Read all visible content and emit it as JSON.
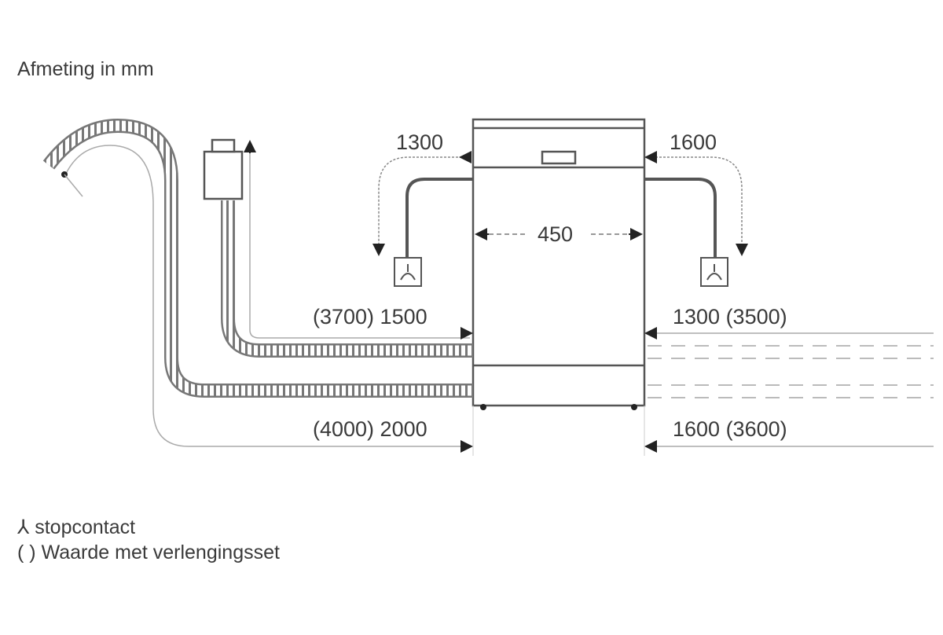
{
  "title": "Afmeting in mm",
  "dimensions": {
    "inlet_top_left": "1300",
    "inlet_top_right": "1600",
    "width": "450",
    "drain_left": "(3700) 1500",
    "drain_right": "1300 (3500)",
    "power_left": "(4000) 2000",
    "power_right": "1600 (3600)"
  },
  "legend": {
    "socket_symbol": "⅄",
    "socket_label": "stopcontact",
    "paren_symbol": "( )",
    "paren_label": "Waarde met verlengingsset"
  },
  "colors": {
    "line": "#555555",
    "text": "#3a3a3a",
    "light": "#9a9a9a"
  }
}
